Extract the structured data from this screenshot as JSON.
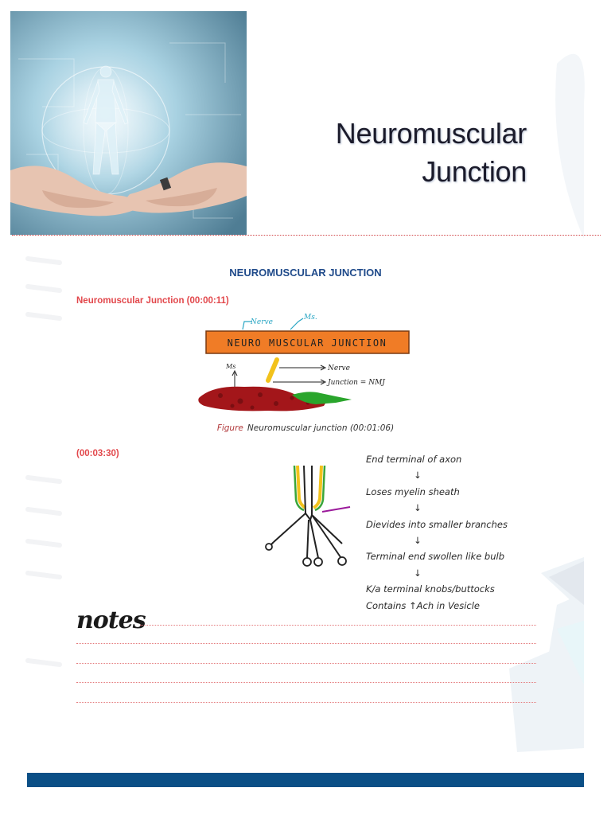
{
  "chapter": {
    "title_line1": "Neuromuscular",
    "title_line2": "Junction"
  },
  "section": {
    "heading": "NEUROMUSCULAR JUNCTION",
    "subheading": "Neuromuscular Junction (00:00:11)",
    "timestamp_2": "(00:03:30)"
  },
  "figure1": {
    "banner_text": "NEURO MUSCULAR JUNCTION",
    "label_nerve_top": "Nerve",
    "label_ms_top": "Ms.",
    "label_ms_left": "Ms",
    "label_nerve_right": "Nerve",
    "label_junction": "Junction = NMJ"
  },
  "caption": {
    "label": "Figure",
    "text": "Neuromuscular junction (00:01:06)"
  },
  "flow": {
    "steps": [
      "End terminal of axon",
      "Loses myelin sheath",
      "Dievides into smaller branches",
      "Terminal end swollen like bulb",
      "K/a terminal knobs/buttocks",
      "Contains ↑Ach in Vesicle"
    ],
    "arrow": "↓"
  },
  "notes": {
    "title": "notes"
  },
  "colors": {
    "accent_red": "#e2474b",
    "heading_blue": "#1f4a8a",
    "footer_blue": "#0b4f86",
    "banner_orange": "#f07c26",
    "muscle_red": "#a3161a"
  }
}
